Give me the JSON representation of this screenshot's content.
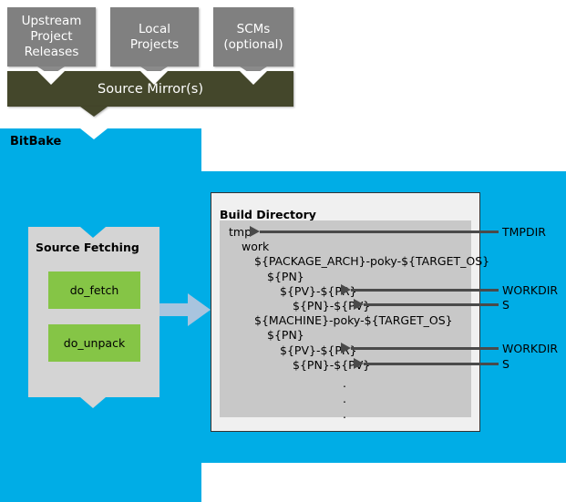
{
  "sources": [
    {
      "id": "upstream",
      "lines": [
        "Upstream",
        "Project",
        "Releases"
      ]
    },
    {
      "id": "local",
      "lines": [
        "Local",
        "Projects"
      ]
    },
    {
      "id": "scms",
      "lines": [
        "SCMs",
        "(optional)"
      ]
    }
  ],
  "mirror": {
    "label": "Source Mirror(s)"
  },
  "bitbake": {
    "title": "BitBake",
    "fetching": {
      "title": "Source Fetching",
      "tasks": [
        {
          "id": "do-fetch",
          "label": "do_fetch"
        },
        {
          "id": "do-unpack",
          "label": "do_unpack"
        }
      ]
    }
  },
  "build_directory": {
    "title": "Build Directory",
    "tree": [
      {
        "text": "tmp",
        "indent": 0
      },
      {
        "text": "work",
        "indent": 1
      },
      {
        "text": "${PACKAGE_ARCH}-poky-${TARGET_OS}",
        "indent": 2
      },
      {
        "text": "${PN}",
        "indent": 3
      },
      {
        "text": "${PV}-${PR}",
        "indent": 4
      },
      {
        "text": "${PN}-${PV}",
        "indent": 5
      },
      {
        "text": "${MACHINE}-poky-${TARGET_OS}",
        "indent": 2
      },
      {
        "text": "${PN}",
        "indent": 3
      },
      {
        "text": "${PV}-${PR}",
        "indent": 4
      },
      {
        "text": "${PN}-${PV}",
        "indent": 5
      }
    ],
    "ellipsis": [
      ".",
      ".",
      "."
    ]
  },
  "variables": [
    {
      "id": "tmpdir",
      "label": "TMPDIR"
    },
    {
      "id": "workdir1",
      "label": "WORKDIR"
    },
    {
      "id": "s1",
      "label": "S"
    },
    {
      "id": "workdir2",
      "label": "WORKDIR"
    },
    {
      "id": "s2",
      "label": "S"
    }
  ],
  "colors": {
    "source_box": "#808080",
    "mirror_bar": "#44472b",
    "bitbake_panel": "#00ade6",
    "fetch_panel": "#d4d4d4",
    "task_box": "#85c546",
    "tree_panel": "#c8c8c8",
    "connector_arrow": "#a8c4de",
    "arrow": "#4a4a4a"
  }
}
